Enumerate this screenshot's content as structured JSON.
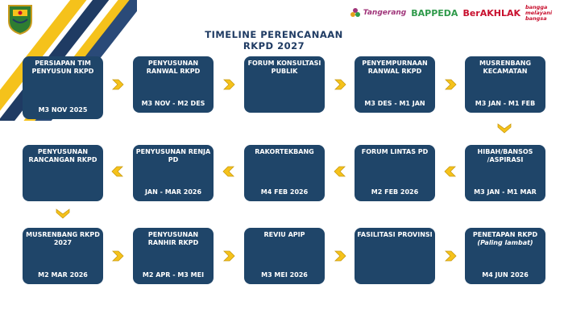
{
  "title": {
    "line1": "TIMELINE PERENCANAAN",
    "line2": "RKPD 2027"
  },
  "logos": {
    "tangerang": "Tangerang",
    "bappeda": "BAPPEDA",
    "berakhlak": "BerAKHLAK",
    "bangga": "bangga melayani bangsa"
  },
  "colors": {
    "box": "#1f4569",
    "arrow": "#f5c21b",
    "title": "#1f3b63"
  },
  "steps": [
    {
      "title": "PERSIAPAN TIM PENYUSUN RKPD",
      "date": "M3 NOV 2025"
    },
    {
      "title": "PENYUSUNAN RANWAL RKPD",
      "date": "M3 NOV - M2 DES"
    },
    {
      "title": "FORUM KONSULTASI PUBLIK",
      "date": ""
    },
    {
      "title": "PENYEMPURNAAN RANWAL RKPD",
      "date": "M3 DES - M1 JAN"
    },
    {
      "title": "MUSRENBANG KECAMATAN",
      "date": "M3 JAN - M1 FEB"
    },
    {
      "title": "HIBAH/BANSOS /ASPIRASI",
      "date": "M3 JAN - M1 MAR"
    },
    {
      "title": "FORUM LINTAS PD",
      "date": "M2 FEB 2026"
    },
    {
      "title": "RAKORTEKBANG",
      "date": "M4 FEB 2026"
    },
    {
      "title": "PENYUSUNAN RENJA PD",
      "date": "JAN - MAR 2026"
    },
    {
      "title": "PENYUSUNAN RANCANGAN RKPD",
      "date": ""
    },
    {
      "title": "MUSRENBANG RKPD 2027",
      "date": "M2 MAR 2026"
    },
    {
      "title": "PENYUSUNAN RANHIR RKPD",
      "date": "M2 APR - M3 MEI"
    },
    {
      "title": "REVIU APIP",
      "date": "M3 MEI 2026"
    },
    {
      "title": "FASILITASI PROVINSI",
      "date": ""
    },
    {
      "title": "PENETAPAN RKPD",
      "subtitle": "(Paling lambat)",
      "date": "M4 JUN 2026"
    }
  ]
}
